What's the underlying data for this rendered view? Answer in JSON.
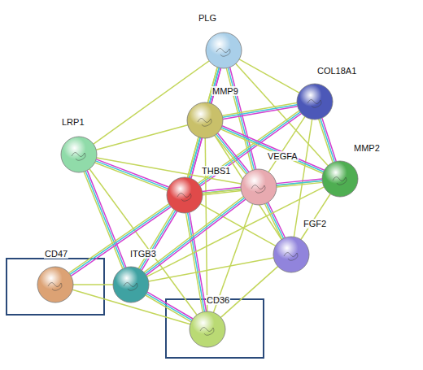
{
  "diagram": {
    "nodes": [
      {
        "text": [
          "PLG"
        ]
      },
      {
        "text": [
          "COL18A1"
        ]
      },
      {
        "text": [
          "MMP9"
        ]
      },
      {
        "text": [
          "LRP1"
        ]
      },
      {
        "text": [
          "THBS1"
        ]
      },
      {
        "text": [
          "VEGFA"
        ]
      },
      {
        "text": [
          "MMP2"
        ]
      },
      {
        "text": [
          "FGF2"
        ]
      },
      {
        "text": [
          "CD47"
        ]
      },
      {
        "text": [
          "ITGB3"
        ]
      },
      {
        "text": [
          "CD36"
        ]
      }
    ],
    "edges": [
      {
        "from": 0,
        "to": 2,
        "arrow": "none"
      },
      {
        "from": 0,
        "to": 4,
        "arrow": "none"
      },
      {
        "from": 0,
        "to": 5,
        "arrow": "none"
      },
      {
        "from": 0,
        "to": 1,
        "arrow": "none"
      },
      {
        "from": 0,
        "to": 3,
        "arrow": "none"
      },
      {
        "from": 0,
        "to": 6,
        "arrow": "none"
      },
      {
        "from": 1,
        "to": 2,
        "arrow": "none"
      },
      {
        "from": 1,
        "to": 4,
        "arrow": "none"
      },
      {
        "from": 1,
        "to": 5,
        "arrow": "none"
      },
      {
        "from": 1,
        "to": 6,
        "arrow": "none"
      },
      {
        "from": 1,
        "to": 7,
        "arrow": "none"
      },
      {
        "from": 2,
        "to": 3,
        "arrow": "none"
      },
      {
        "from": 2,
        "to": 4,
        "arrow": "none"
      },
      {
        "from": 2,
        "to": 5,
        "arrow": "none"
      },
      {
        "from": 2,
        "to": 6,
        "arrow": "none"
      },
      {
        "from": 2,
        "to": 7,
        "arrow": "none"
      },
      {
        "from": 2,
        "to": 10,
        "arrow": "none"
      },
      {
        "from": 3,
        "to": 4,
        "arrow": "none"
      },
      {
        "from": 3,
        "to": 9,
        "arrow": "none"
      },
      {
        "from": 3,
        "to": 5,
        "arrow": "none"
      },
      {
        "from": 3,
        "to": 10,
        "arrow": "none"
      },
      {
        "from": 4,
        "to": 5,
        "arrow": "none"
      },
      {
        "from": 4,
        "to": 6,
        "arrow": "none"
      },
      {
        "from": 4,
        "to": 7,
        "arrow": "none"
      },
      {
        "from": 4,
        "to": 8,
        "arrow": "none"
      },
      {
        "from": 4,
        "to": 9,
        "arrow": "none"
      },
      {
        "from": 4,
        "to": 10,
        "arrow": "none"
      },
      {
        "from": 5,
        "to": 6,
        "arrow": "none"
      },
      {
        "from": 5,
        "to": 7,
        "arrow": "none"
      },
      {
        "from": 5,
        "to": 9,
        "arrow": "none"
      },
      {
        "from": 5,
        "to": 10,
        "arrow": "none"
      },
      {
        "from": 6,
        "to": 7,
        "arrow": "none"
      },
      {
        "from": 6,
        "to": 9,
        "arrow": "none"
      },
      {
        "from": 7,
        "to": 9,
        "arrow": "none"
      },
      {
        "from": 7,
        "to": 10,
        "arrow": "none"
      },
      {
        "from": 8,
        "to": 9,
        "arrow": "none"
      },
      {
        "from": 8,
        "to": 10,
        "arrow": "none"
      },
      {
        "from": 9,
        "to": 10,
        "arrow": "none"
      }
    ]
  }
}
